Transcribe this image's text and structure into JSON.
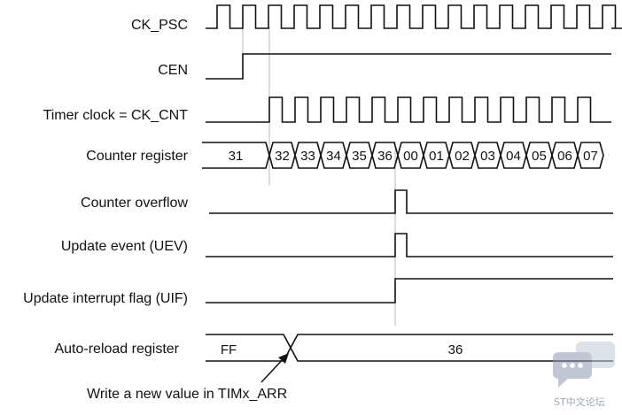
{
  "signals": [
    {
      "id": "ck_psc",
      "label": "CK_PSC"
    },
    {
      "id": "cen",
      "label": "CEN"
    },
    {
      "id": "ck_cnt",
      "label": "Timer clock = CK_CNT"
    },
    {
      "id": "counter",
      "label": "Counter register"
    },
    {
      "id": "overflow",
      "label": "Counter overflow"
    },
    {
      "id": "uev",
      "label": "Update event (UEV)"
    },
    {
      "id": "uif",
      "label": "Update interrupt flag (UIF)"
    },
    {
      "id": "arr",
      "label": "Auto-reload register"
    }
  ],
  "counter_values": [
    "31",
    "32",
    "33",
    "34",
    "35",
    "36",
    "00",
    "01",
    "02",
    "03",
    "04",
    "05",
    "06",
    "07"
  ],
  "arr_values": [
    "FF",
    "36"
  ],
  "annotation": "Write a new value in TIMx_ARR",
  "watermark": "ST中文论坛"
}
